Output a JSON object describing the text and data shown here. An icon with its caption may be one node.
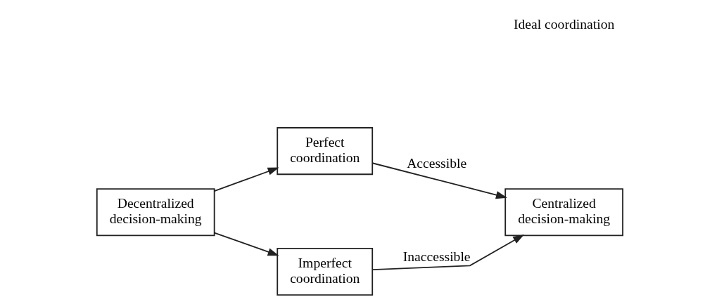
{
  "diagram": {
    "nodes": [
      {
        "text": [
          "Decentralized decision-making"
        ]
      },
      {
        "text": [
          "Perfect coordination"
        ]
      },
      {
        "text": [
          "Imperfect coordination"
        ]
      },
      {
        "text": [
          "Centralized decision-making"
        ]
      }
    ],
    "edges": [
      {
        "from": 0,
        "to": 1,
        "arrow": "to"
      },
      {
        "from": 0,
        "to": 2,
        "arrow": "to"
      },
      {
        "from": 1,
        "to": 3,
        "arrow": "to",
        "label": "Accessible"
      },
      {
        "from": 2,
        "to": 3,
        "arrow": "to",
        "label": "Inaccessible"
      }
    ],
    "labels": [
      "Ideal coordination"
    ]
  }
}
